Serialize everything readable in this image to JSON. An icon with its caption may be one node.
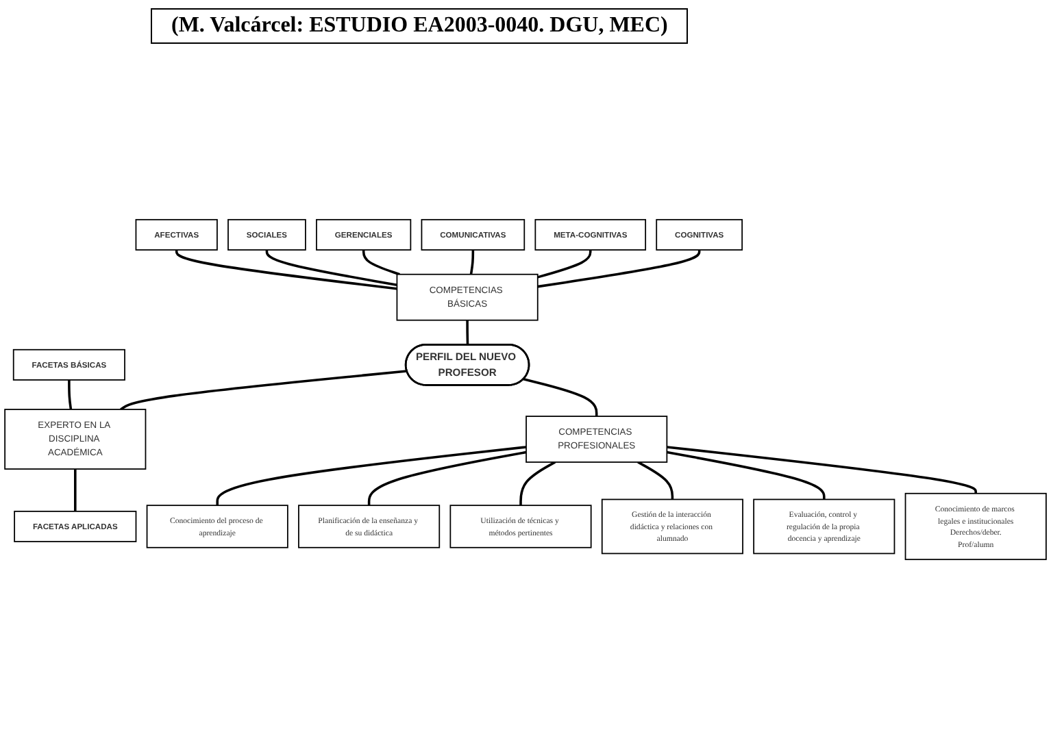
{
  "diagram": {
    "title": "(M. Valcárcel: ESTUDIO EA2003-0040. DGU, MEC)",
    "nodes": [
      {
        "text": [
          "PERFIL DEL NUEVO PROFESOR"
        ]
      },
      {
        "text": [
          "COMPETENCIAS BÁSICAS"
        ]
      },
      {
        "text": [
          "COGNITIVAS"
        ]
      },
      {
        "text": [
          "META-COGNITIVAS"
        ]
      },
      {
        "text": [
          "COMUNICATIVAS"
        ]
      },
      {
        "text": [
          "GERENCIALES"
        ]
      },
      {
        "text": [
          "SOCIALES"
        ]
      },
      {
        "text": [
          "AFECTIVAS"
        ]
      },
      {
        "text": [
          "EXPERTO EN LA DISCIPLINA ACADÉMICA"
        ]
      },
      {
        "text": [
          "FACETAS BÁSICAS"
        ]
      },
      {
        "text": [
          "FACETAS APLICADAS"
        ]
      },
      {
        "text": [
          "COMPETENCIAS PROFESIONALES"
        ]
      },
      {
        "text": [
          "Conocimiento del proceso de aprendizaje"
        ]
      },
      {
        "text": [
          "Planificación de la enseñanza y de su didáctica"
        ]
      },
      {
        "text": [
          "Utilización de técnicas y métodos pertinentes"
        ]
      },
      {
        "text": [
          "Gestión de la interacción didáctica y relaciones con alumnado"
        ]
      },
      {
        "text": [
          "Evaluación, control y regulación de la propia docencia y aprendizaje"
        ]
      },
      {
        "text": [
          "Conocimiento de marcos legales e institucionales",
          "Derechos/deber.",
          "Prof/alumn"
        ]
      }
    ],
    "edges": [
      {
        "from": 1,
        "to": 0,
        "arrow": "none"
      },
      {
        "from": 2,
        "to": 1,
        "arrow": "none"
      },
      {
        "from": 3,
        "to": 1,
        "arrow": "none"
      },
      {
        "from": 4,
        "to": 1,
        "arrow": "none"
      },
      {
        "from": 5,
        "to": 1,
        "arrow": "none"
      },
      {
        "from": 6,
        "to": 1,
        "arrow": "none"
      },
      {
        "from": 7,
        "to": 1,
        "arrow": "none"
      },
      {
        "from": 0,
        "to": 8,
        "arrow": "none"
      },
      {
        "from": 9,
        "to": 8,
        "arrow": "none"
      },
      {
        "from": 8,
        "to": 10,
        "arrow": "none"
      },
      {
        "from": 0,
        "to": 11,
        "arrow": "none"
      },
      {
        "from": 11,
        "to": 12,
        "arrow": "none"
      },
      {
        "from": 11,
        "to": 13,
        "arrow": "none"
      },
      {
        "from": 11,
        "to": 14,
        "arrow": "none"
      },
      {
        "from": 11,
        "to": 15,
        "arrow": "none"
      },
      {
        "from": 11,
        "to": 16,
        "arrow": "none"
      },
      {
        "from": 11,
        "to": 17,
        "arrow": "none"
      }
    ]
  }
}
